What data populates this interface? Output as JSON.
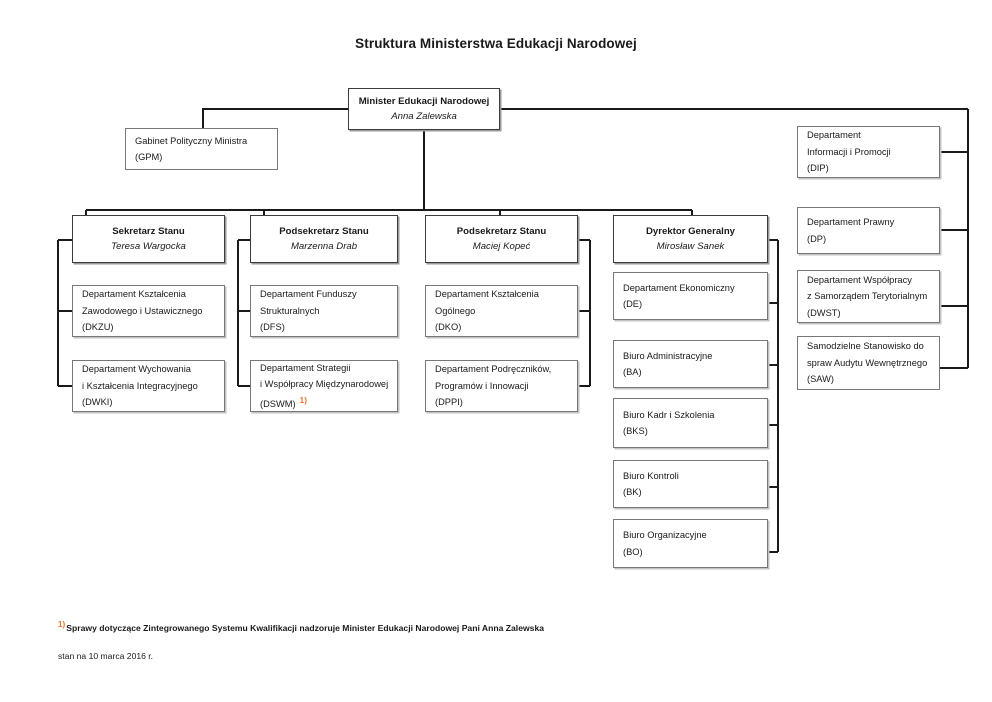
{
  "title": "Struktura Ministerstwa Edukacji Narodowej",
  "colors": {
    "footnote_marker": "#e8762c",
    "box_border": "#5a5a5a",
    "connector": "#1a1a1a",
    "background": "#ffffff"
  },
  "footnote_marker": "1)",
  "minister": {
    "role": "Minister Edukacji Narodowej",
    "person": "Anna Zalewska"
  },
  "cabinet": {
    "line1": "Gabinet Polityczny Ministra",
    "line2": "(GPM)"
  },
  "columns": [
    {
      "head": {
        "role": "Sekretarz Stanu",
        "person": "Teresa Wargocka"
      },
      "units": [
        {
          "line1": "Departament Kształcenia",
          "line2": "Zawodowego i Ustawicznego",
          "line3": "(DKZU)",
          "footnote": ""
        },
        {
          "line1": "Departament Wychowania",
          "line2": "i Kształcenia Integracyjnego",
          "line3": "(DWKI)",
          "footnote": ""
        }
      ]
    },
    {
      "head": {
        "role": "Podsekretarz Stanu",
        "person": "Marzenna Drab"
      },
      "units": [
        {
          "line1": "Departament Funduszy",
          "line2": "Strukturalnych",
          "line3": "(DFS)",
          "footnote": ""
        },
        {
          "line1": "Departament Strategii",
          "line2": "i Współpracy Międzynarodowej",
          "line3": "(DSWM)",
          "footnote": "1)"
        }
      ]
    },
    {
      "head": {
        "role": "Podsekretarz Stanu",
        "person": "Maciej Kopeć"
      },
      "units": [
        {
          "line1": "Departament Kształcenia",
          "line2": "Ogólnego",
          "line3": "(DKO)",
          "footnote": ""
        },
        {
          "line1": "Departament Podręczników,",
          "line2": "Programów i Innowacji",
          "line3": "(DPPI)",
          "footnote": ""
        }
      ]
    },
    {
      "head": {
        "role": "Dyrektor Generalny",
        "person": "Mirosław Sanek"
      },
      "units": [
        {
          "line1": "Departament Ekonomiczny",
          "line2": "(DE)",
          "line3": "",
          "footnote": ""
        },
        {
          "line1": "Biuro Administracyjne",
          "line2": "(BA)",
          "line3": "",
          "footnote": ""
        },
        {
          "line1": "Biuro Kadr i Szkolenia",
          "line2": "(BKS)",
          "line3": "",
          "footnote": ""
        },
        {
          "line1": "Biuro Kontroli",
          "line2": "(BK)",
          "line3": "",
          "footnote": ""
        },
        {
          "line1": "Biuro Organizacyjne",
          "line2": "(BO)",
          "line3": "",
          "footnote": ""
        }
      ]
    }
  ],
  "right_column": [
    {
      "line1": "Departament",
      "line2": "Informacji i Promocji",
      "line3": "(DIP)"
    },
    {
      "line1": "Departament Prawny",
      "line2": "(DP)",
      "line3": ""
    },
    {
      "line1": "Departament Współpracy",
      "line2": "z Samorządem Terytorialnym",
      "line3": "(DWST)"
    },
    {
      "line1": "Samodzielne Stanowisko do",
      "line2": "spraw Audytu Wewnętrznego",
      "line3": "(SAW)"
    }
  ],
  "footnotes": {
    "note1": "Sprawy dotyczące Zintegrowanego Systemu Kwalifikacji nadzoruje Minister Edukacji Narodowej Pani Anna Zalewska",
    "note2": "stan na 10 marca 2016 r."
  }
}
